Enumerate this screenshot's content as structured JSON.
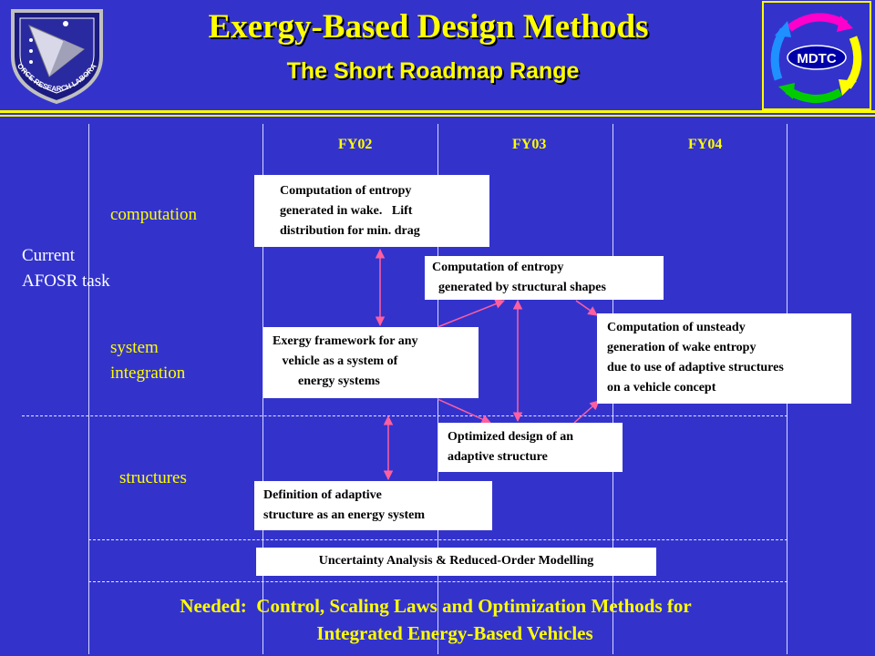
{
  "header": {
    "title": "Exergy-Based Design Methods",
    "subtitle": "The Short Roadmap Range",
    "left_logo": {
      "icon": "air-force-research-laboratory-emblem",
      "text": "AIR FORCE RESEARCH LABORATORY"
    },
    "right_logo": {
      "icon": "mdtc-cycle-arrows-logo",
      "text": "MDTC"
    }
  },
  "years": [
    "FY02",
    "FY03",
    "FY04"
  ],
  "rows": {
    "computation": "computation",
    "system_integration": "system\nintegration",
    "structures": "structures"
  },
  "side_label": "Current\nAFOSR task",
  "boxes": {
    "entropy_wake": "Computation of entropy\ngenerated in wake.   Lift\ndistribution for min. drag",
    "entropy_structural": "Computation of entropy\n  generated by structural shapes",
    "exergy_framework": "Exergy framework for any\n   vehicle as a system of\n        energy systems",
    "unsteady_wake": "Computation of unsteady\ngeneration of wake entropy\ndue to use of adaptive structures\non a vehicle concept",
    "optimized_design": "Optimized design of an\nadaptive structure",
    "definition_adaptive": "Definition of adaptive\nstructure as an energy system",
    "uncertainty": "Uncertainty Analysis & Reduced-Order Modelling"
  },
  "needed": "Needed:  Control, Scaling Laws and Optimization Methods for\n        Integrated Energy-Based Vehicles",
  "colors": {
    "background": "#3333cc",
    "accent": "#ffff00",
    "arrow": "#ff5f9f",
    "box": "#ffffff"
  }
}
